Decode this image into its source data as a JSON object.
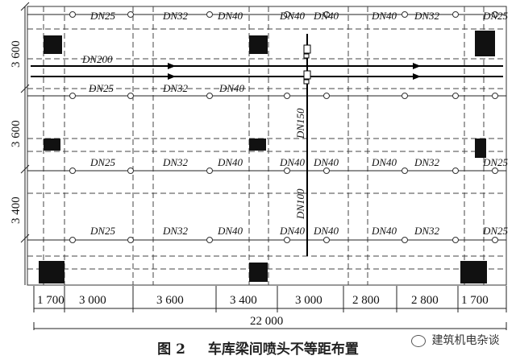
{
  "pipe_labels": {
    "row1": [
      "DN25",
      "DN32",
      "DN40",
      "DN40",
      "DN40",
      "DN40",
      "DN32",
      "DN25"
    ],
    "main": "DN200",
    "row2": [
      "DN25",
      "DN32",
      "DN40"
    ],
    "row3": [
      "DN25",
      "DN32",
      "DN40",
      "DN40",
      "DN40",
      "DN40",
      "DN32",
      "DN25"
    ],
    "row4": [
      "DN25",
      "DN32",
      "DN40",
      "DN40",
      "DN40",
      "DN40",
      "DN32",
      "DN25"
    ],
    "riser_upper": "DN150",
    "riser_lower": "DN100"
  },
  "dimensions": {
    "horizontal": [
      "1 700",
      "3 000",
      "3 600",
      "3 400",
      "3 000",
      "2 800",
      "2 800",
      "1 700"
    ],
    "total": "22 000",
    "vertical": [
      "3 600",
      "3 600",
      "3 400"
    ]
  },
  "caption": {
    "figure_number": "图 2",
    "title": "车库梁间喷头不等距布置"
  },
  "watermark": "建筑机电杂谈"
}
